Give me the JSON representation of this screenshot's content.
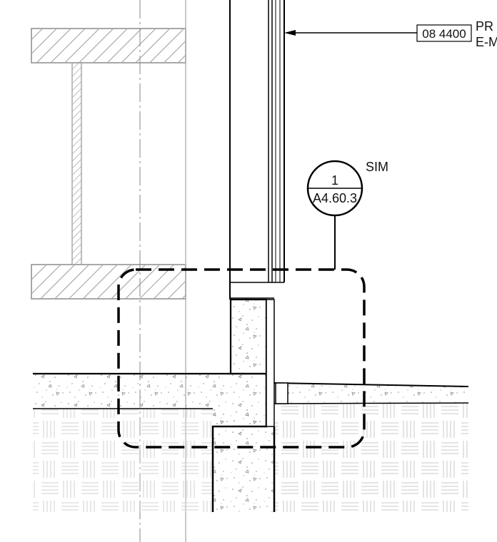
{
  "callout": {
    "spec_code": "08 4400",
    "spec_text_line1": "PR",
    "spec_text_line2": "E-M"
  },
  "detail_tag": {
    "number": "1",
    "sheet": "A4.60.3",
    "note": "SIM"
  }
}
